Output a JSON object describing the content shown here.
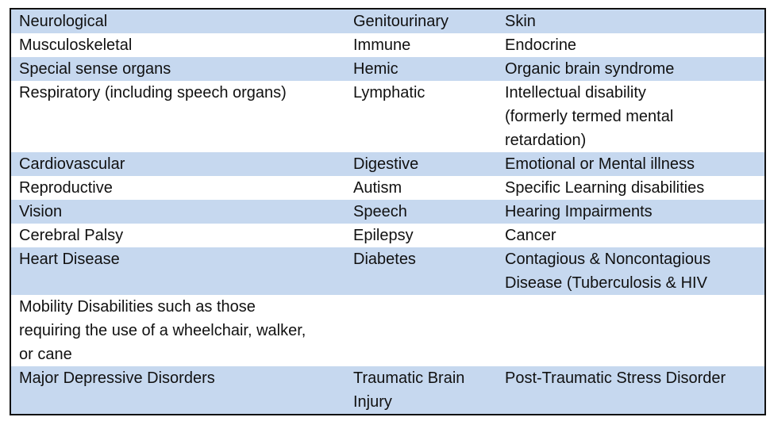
{
  "table": {
    "rows": [
      {
        "shaded": true,
        "cells": [
          "Neurological",
          "Genitourinary",
          "Skin"
        ]
      },
      {
        "shaded": false,
        "cells": [
          "Musculoskeletal",
          "Immune",
          "Endocrine"
        ]
      },
      {
        "shaded": true,
        "cells": [
          "Special sense organs",
          "Hemic",
          "Organic brain syndrome"
        ]
      },
      {
        "shaded": false,
        "cells": [
          "Respiratory (including speech organs)",
          "Lymphatic",
          "Intellectual disability\n(formerly termed mental\nretardation)"
        ]
      },
      {
        "shaded": true,
        "cells": [
          "Cardiovascular",
          "Digestive",
          "Emotional or Mental illness"
        ]
      },
      {
        "shaded": false,
        "cells": [
          "Reproductive",
          "Autism",
          "Specific Learning disabilities"
        ]
      },
      {
        "shaded": true,
        "cells": [
          "Vision",
          "Speech",
          "Hearing Impairments"
        ]
      },
      {
        "shaded": false,
        "cells": [
          "Cerebral Palsy",
          "Epilepsy",
          "Cancer"
        ]
      },
      {
        "shaded": true,
        "cells": [
          "Heart Disease",
          "Diabetes",
          "Contagious & Noncontagious\nDisease (Tuberculosis & HIV"
        ]
      },
      {
        "shaded": false,
        "cells": [
          "Mobility Disabilities such as those\nrequiring the use of a wheelchair, walker,\nor cane",
          "",
          ""
        ]
      },
      {
        "shaded": true,
        "cells": [
          "Major Depressive Disorders",
          "Traumatic Brain\nInjury",
          "Post-Traumatic Stress Disorder"
        ]
      }
    ]
  }
}
